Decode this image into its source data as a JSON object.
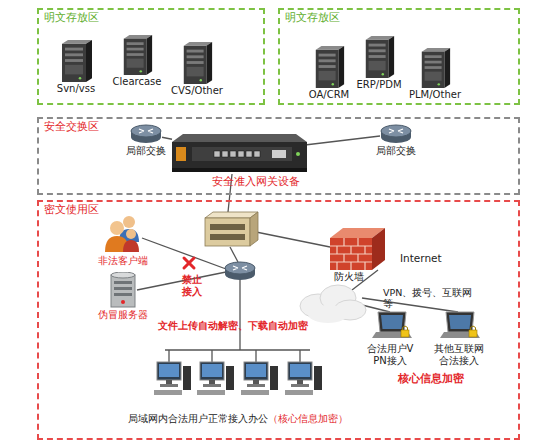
{
  "diagram": {
    "nodes": [
      {
        "text": [
          "明文存放区"
        ]
      },
      {
        "text": [
          "Svn/vss"
        ],
        "in": 0
      },
      {
        "text": [
          "Clearcase"
        ],
        "in": 0
      },
      {
        "text": [
          "CVS/Other"
        ],
        "in": 0
      },
      {
        "text": [
          "明文存放区"
        ]
      },
      {
        "text": [
          "OA/CRM"
        ],
        "in": 4
      },
      {
        "text": [
          "ERP/PDM"
        ],
        "in": 4
      },
      {
        "text": [
          "PLM/Other"
        ],
        "in": 4
      },
      {
        "text": [
          "安全交换区"
        ]
      },
      {
        "text": [
          "局部交换"
        ],
        "in": 8
      },
      {
        "text": [
          "安全准入网关设备"
        ],
        "in": 8
      },
      {
        "text": [
          "局部交换"
        ],
        "in": 8
      },
      {
        "text": [
          "密文使用区"
        ]
      },
      {
        "text": [
          "非法客户端"
        ],
        "in": 12
      },
      {
        "text": [
          "伪冒服务器"
        ],
        "in": 12
      },
      {
        "text": [
          "防火墙"
        ],
        "in": 12
      },
      {
        "text": [
          "合法用户VPN接入"
        ],
        "in": 12
      },
      {
        "text": [
          "其他互联网合法接入"
        ],
        "in": 12
      }
    ],
    "edges": [
      {
        "from": 9,
        "to": 10,
        "arrow": "none"
      },
      {
        "from": 11,
        "to": 10,
        "arrow": "none"
      }
    ],
    "labels": [
      "Internet",
      "VPN、拨号、互联网等",
      "禁止接入",
      "文件上传自动解密、下载自动加密",
      "核心信息加密",
      "局域网内合法用户正常接入办公",
      "（核心信息加密）"
    ]
  }
}
